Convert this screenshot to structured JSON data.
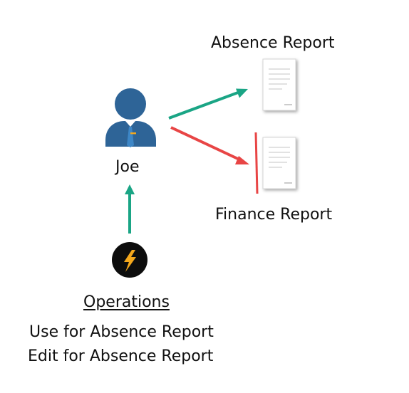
{
  "person": {
    "name": "Joe",
    "icon": "user-icon"
  },
  "reports": {
    "absence": {
      "title": "Absence Report",
      "icon": "document-icon"
    },
    "finance": {
      "title": "Finance Report",
      "icon": "document-icon"
    }
  },
  "operations": {
    "heading": "Operations",
    "icon": "lightning-icon",
    "items": [
      "Use for Absence Report",
      "Edit for Absence Report"
    ]
  },
  "colors": {
    "allowed": "#1aa585",
    "denied": "#e84545",
    "person_body": "#2e6497",
    "tie": "#3d86c6",
    "badge_bg": "#0d0d0d",
    "bolt": "#f5a81c"
  }
}
